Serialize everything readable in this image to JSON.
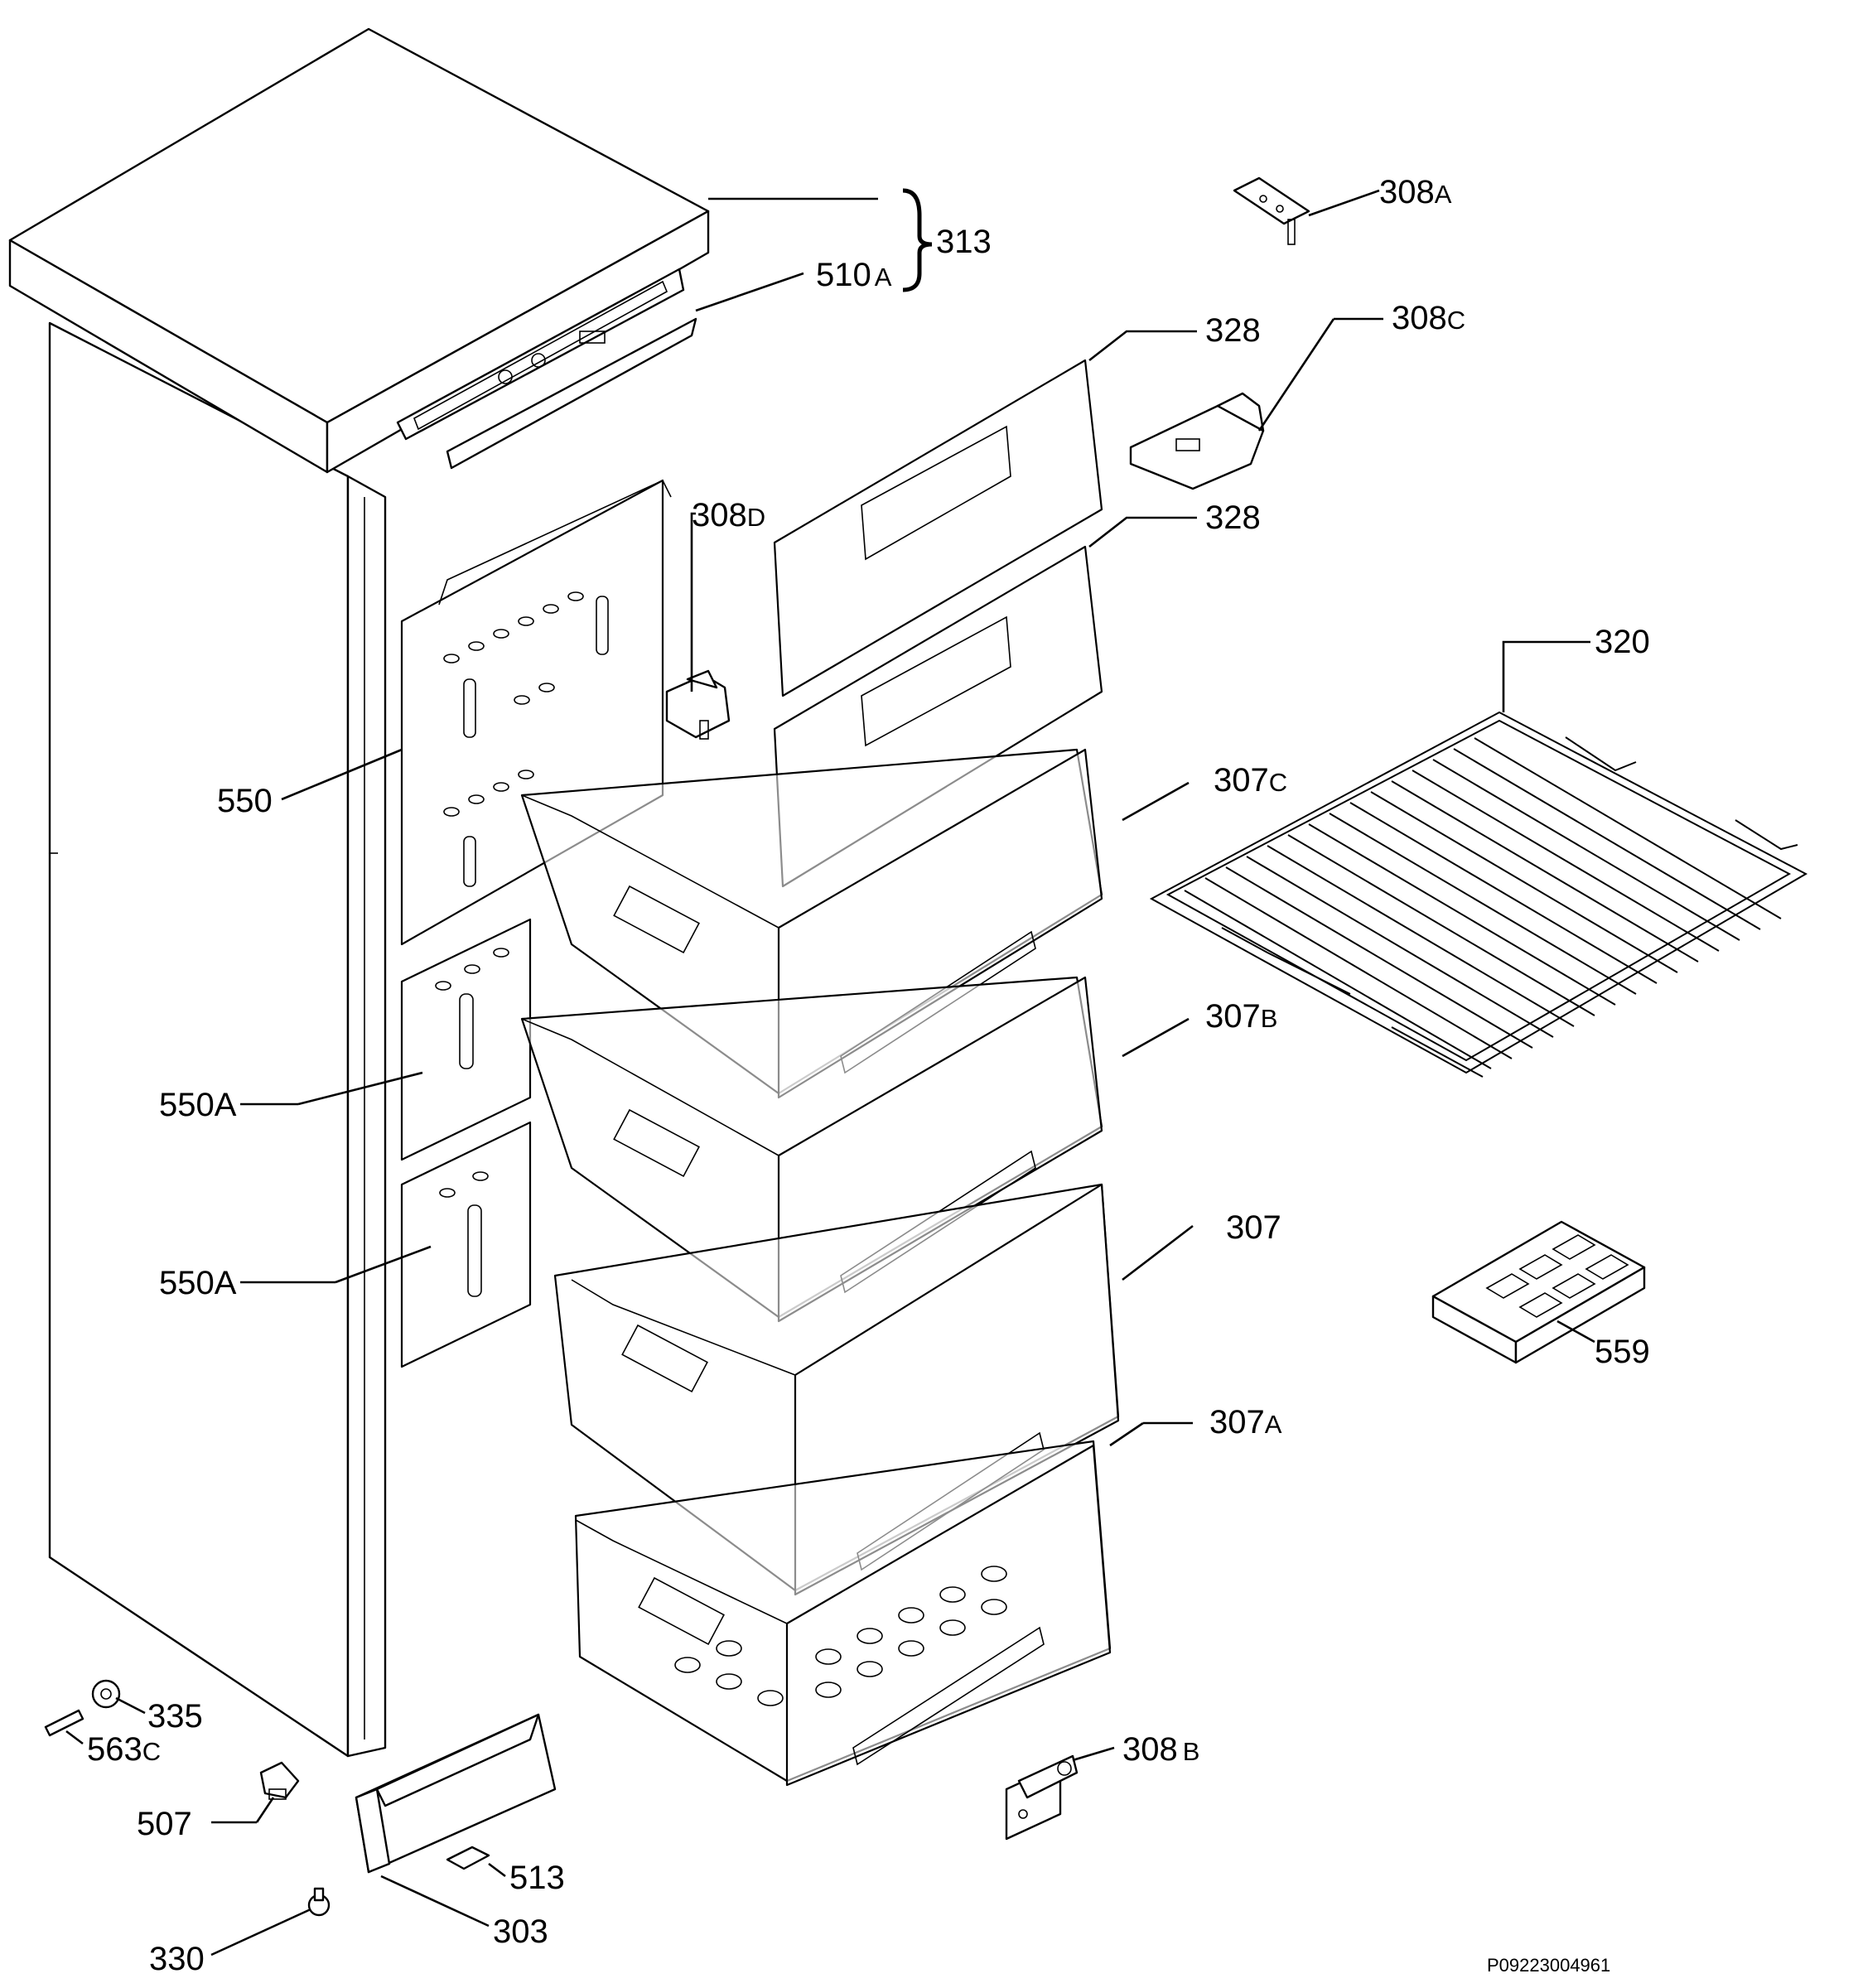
{
  "labels": {
    "l313": "313",
    "l510": "510",
    "l510s": "A",
    "l308a": "308",
    "l308as": "A",
    "l308c": "308",
    "l308cs": "C",
    "l328a": "328",
    "l328b": "328",
    "l308d": "308",
    "l308ds": "D",
    "l320": "320",
    "l550": "550",
    "l307c": "307",
    "l307cs": "C",
    "l307b": "307",
    "l307bs": "B",
    "l550a1": "550A",
    "l307": "307",
    "l550a2": "550A",
    "l559": "559",
    "l307a": "307",
    "l307as": "A",
    "l335": "335",
    "l563": "563",
    "l563s": "C",
    "l308b": "308",
    "l308bs": "B",
    "l507": "507",
    "l513": "513",
    "l303": "303",
    "l330": "330"
  },
  "drawing_code": "P09223004961"
}
